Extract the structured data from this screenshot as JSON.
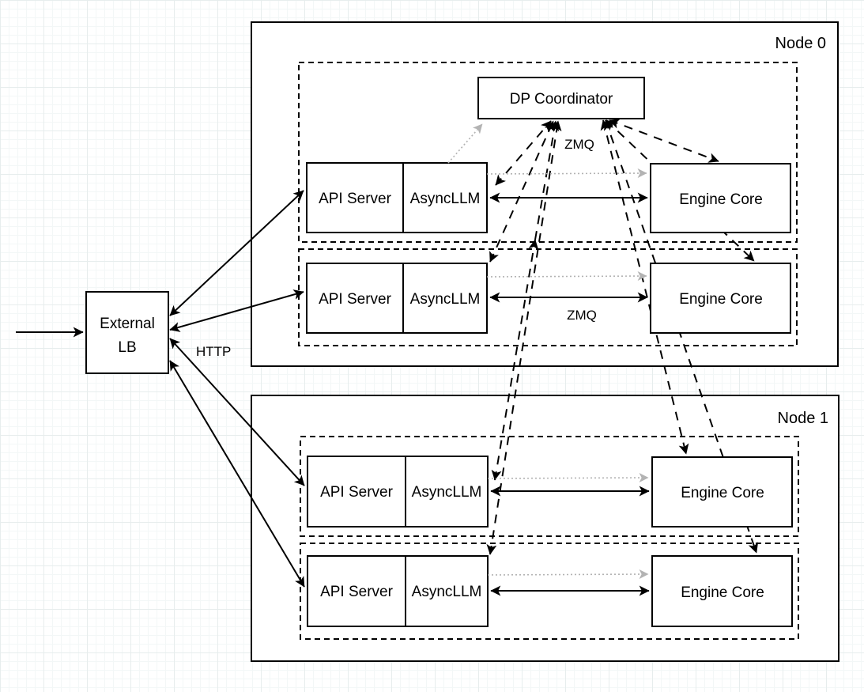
{
  "diagram": {
    "node0": {
      "label": "Node 0"
    },
    "node1": {
      "label": "Node 1"
    },
    "dp_coordinator": {
      "label": "DP Coordinator"
    },
    "external_lb": {
      "line1": "External",
      "line2": "LB"
    },
    "edge_labels": {
      "http": "HTTP",
      "zmq_top": "ZMQ",
      "zmq_row2": "ZMQ"
    },
    "replicas": [
      {
        "api_server": "API Server",
        "async_llm": "AsyncLLM",
        "engine_core": "Engine Core"
      },
      {
        "api_server": "API Server",
        "async_llm": "AsyncLLM",
        "engine_core": "Engine Core"
      },
      {
        "api_server": "API Server",
        "async_llm": "AsyncLLM",
        "engine_core": "Engine Core"
      },
      {
        "api_server": "API Server",
        "async_llm": "AsyncLLM",
        "engine_core": "Engine Core"
      }
    ],
    "colors": {
      "primary": "#000000",
      "secondary_arrow": "#b3b3b3",
      "canvas": "#ffffff"
    }
  }
}
